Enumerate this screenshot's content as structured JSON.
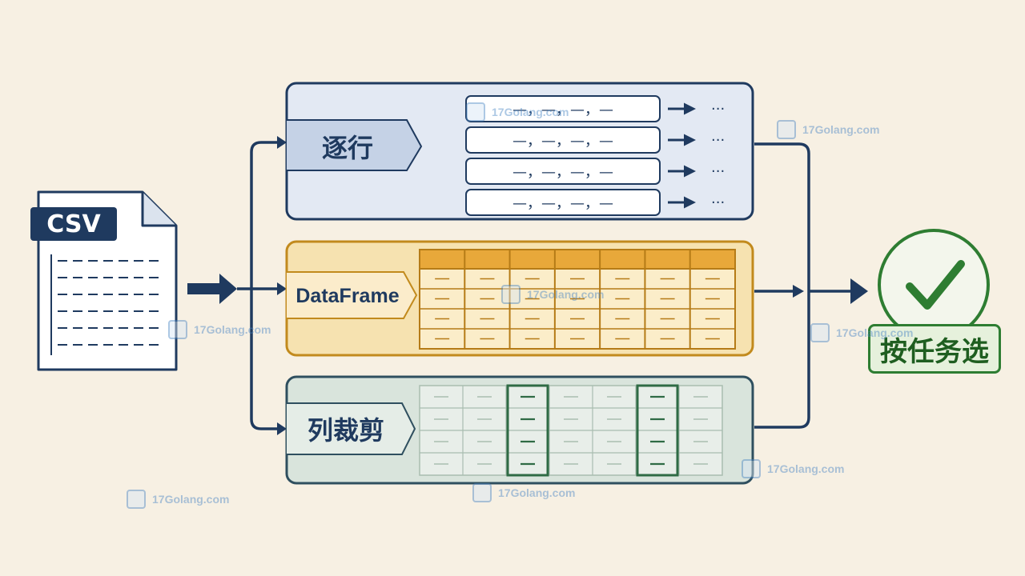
{
  "csv_file": {
    "tag": "CSV"
  },
  "methods": [
    {
      "id": "row",
      "label": "逐行",
      "row_text": "—，—，—，—",
      "ellipsis": "···"
    },
    {
      "id": "df",
      "label": "DataFrame",
      "cell_glyph": "—"
    },
    {
      "id": "col",
      "label": "列裁剪",
      "cell_glyph": "—"
    }
  ],
  "result": {
    "label": "按任务选"
  },
  "watermark": {
    "text": "17Golang.com"
  },
  "colors": {
    "navy": "#1f3a5f",
    "row_box_fill": "#e3e9f3",
    "df_box_fill": "#f6e2b0",
    "df_header": "#e8a83a",
    "col_box_fill": "#d9e4dc",
    "col_highlight": "#2f6b45",
    "success": "#2e7d32"
  }
}
